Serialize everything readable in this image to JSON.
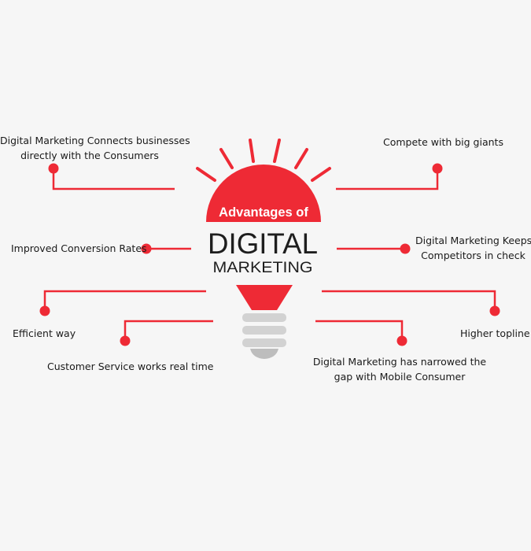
{
  "center": {
    "heading": "Advantages of",
    "title": "DIGITAL",
    "subtitle": "MARKETING"
  },
  "advantages": [
    {
      "id": "connect",
      "lines": [
        "Digital Marketing Connects businesses",
        "directly with the Consumers"
      ]
    },
    {
      "id": "compete",
      "lines": [
        "Compete with big giants"
      ]
    },
    {
      "id": "conversion",
      "lines": [
        "Improved Conversion Rates"
      ]
    },
    {
      "id": "competitors",
      "lines": [
        "Digital Marketing Keeps",
        "Competitors in check"
      ]
    },
    {
      "id": "efficient",
      "lines": [
        "Efficient way"
      ]
    },
    {
      "id": "topline",
      "lines": [
        "Higher topline"
      ]
    },
    {
      "id": "service",
      "lines": [
        "Customer Service works real time"
      ]
    },
    {
      "id": "mobile",
      "lines": [
        "Digital Marketing has narrowed the",
        "gap with Mobile Consumer"
      ]
    }
  ],
  "colors": {
    "accent": "#ee2a35",
    "text": "#1a1a1a",
    "bulb_base": "#cfcfcf",
    "background": "#f6f6f6"
  }
}
